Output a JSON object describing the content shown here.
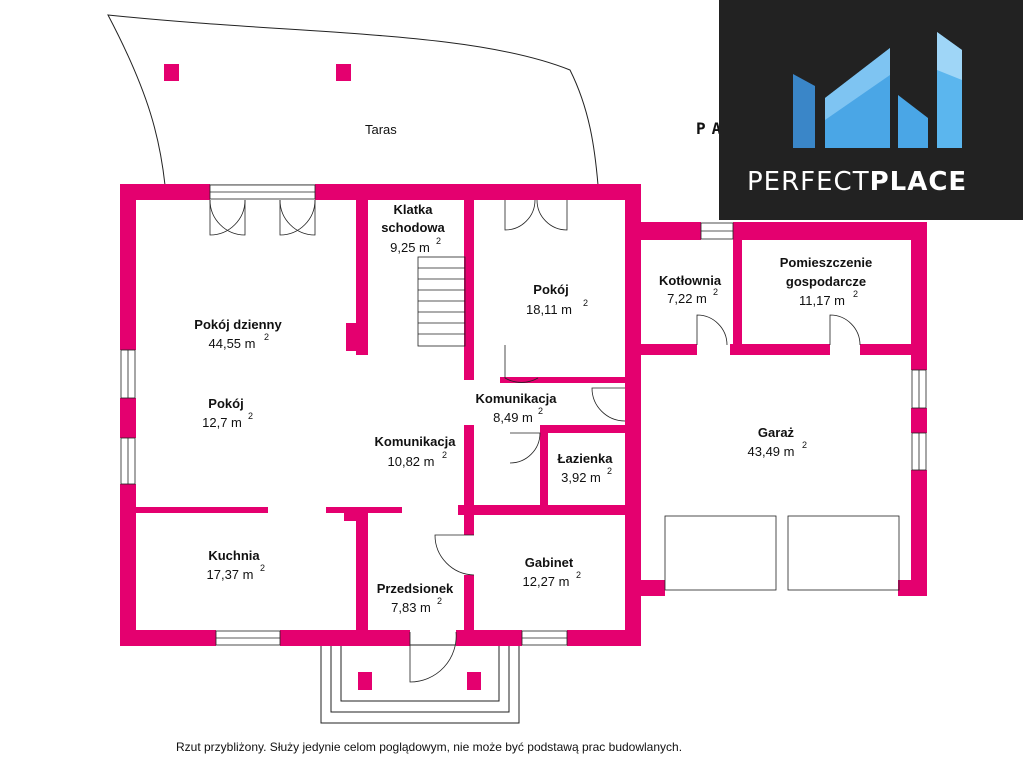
{
  "floor_label": "PARTER",
  "brand": {
    "name_light": "PERFECT",
    "name_bold": "PLACE"
  },
  "terrace_label": "Taras",
  "area_unit": "2",
  "rooms": {
    "klatka": {
      "name_line1": "Klatka",
      "name_line2": "schodowa",
      "area": "9,25 m"
    },
    "pokoj_gora": {
      "name": "Pokój",
      "area": "18,11 m"
    },
    "kotlownia": {
      "name": "Kotłownia",
      "area": "7,22 m"
    },
    "gospodarcze": {
      "name_line1": "Pomieszczenie",
      "name_line2": "gospodarcze",
      "area": "11,17 m"
    },
    "dzienny": {
      "name": "Pokój dzienny",
      "area": "44,55 m"
    },
    "pokoj_lewy": {
      "name": "Pokój",
      "area": "12,7 m"
    },
    "komunikacja_1": {
      "name": "Komunikacja",
      "area": "8,49 m"
    },
    "komunikacja_2": {
      "name": "Komunikacja",
      "area": "10,82 m"
    },
    "lazienka": {
      "name": "Łazienka",
      "area": "3,92 m"
    },
    "garaz": {
      "name": "Garaż",
      "area": "43,49 m"
    },
    "kuchnia": {
      "name": "Kuchnia",
      "area": "17,37 m"
    },
    "gabinet": {
      "name": "Gabinet",
      "area": "12,27 m"
    },
    "przedsionek": {
      "name": "Przedsionek",
      "area": "7,83 m"
    }
  },
  "disclaimer": "Rzut przybliżony. Służy jedynie celom poglądowym, nie może być podstawą prac budowlanych.",
  "colors": {
    "wall": "#e4006f",
    "logo_bg": "#222222",
    "logo_blue": "#4aa6e6"
  },
  "icons": [
    "logo-mark-icon",
    "stairs-icon",
    "door-swing-icon",
    "window-icon"
  ]
}
